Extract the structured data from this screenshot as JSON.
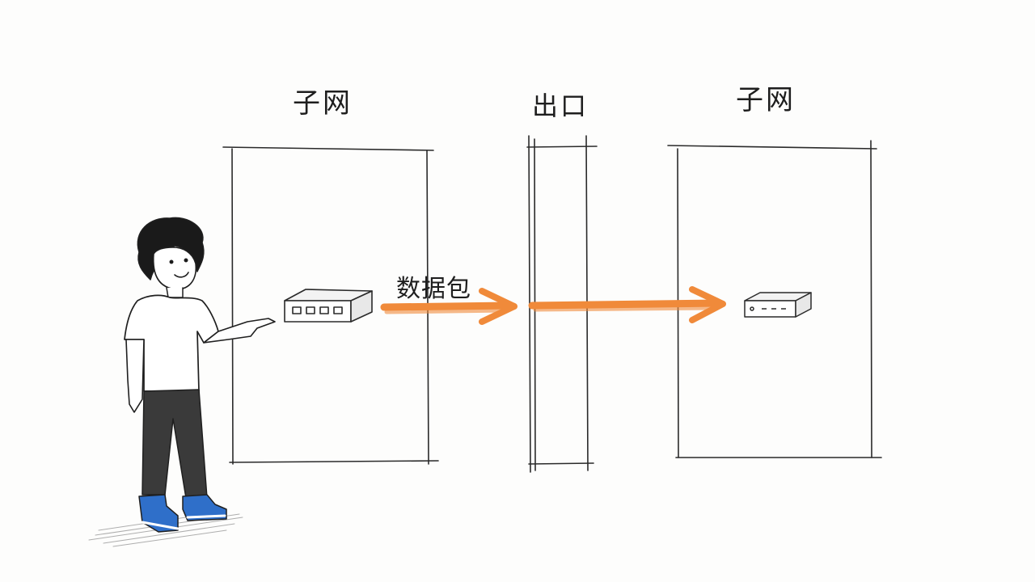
{
  "diagram": {
    "left_subnet_label": "子网",
    "exit_label": "出口",
    "right_subnet_label": "子网",
    "packet_label": "数据包"
  },
  "colors": {
    "arrow": "#f08a3a",
    "ink": "#2a2a2a",
    "shoes": "#2f6fc9",
    "pants": "#3a3a3a"
  },
  "icons": {
    "person": "person-pointing-icon",
    "source_device": "network-switch-icon",
    "target_device": "router-icon"
  }
}
